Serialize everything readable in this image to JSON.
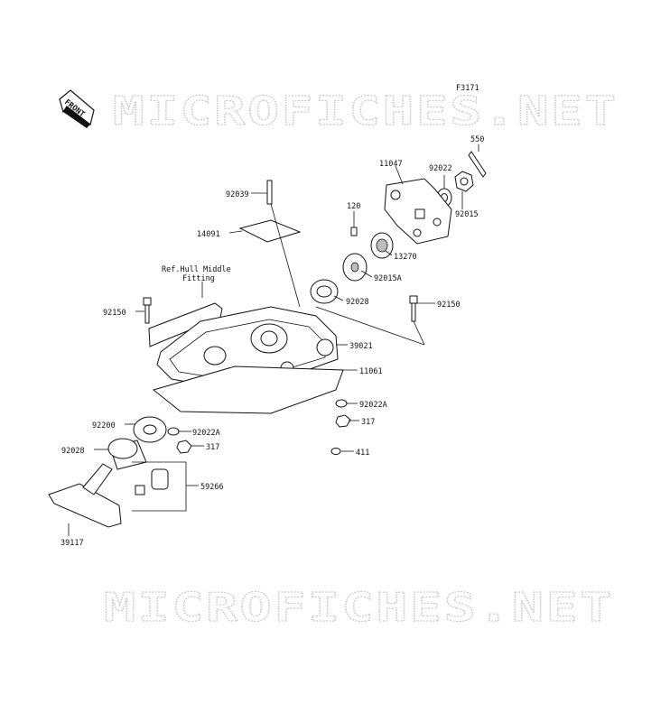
{
  "figure_code": "F3171",
  "watermark": "MICROFICHES.NET",
  "front_arrow": "FRONT",
  "reference_note": {
    "line1": "Ref.Hull Middle",
    "line2": "Fitting"
  },
  "part_labels": {
    "p550": "550",
    "p11047": "11047",
    "p92022_top": "92022",
    "p92015": "92015",
    "p92039": "92039",
    "p120": "120",
    "p14091": "14091",
    "p13270": "13270",
    "p92015A": "92015A",
    "p92028_top": "92028",
    "p92150_left": "92150",
    "p92150_right": "92150",
    "p39021": "39021",
    "p11061": "11061",
    "p92022A_right": "92022A",
    "p317_right": "317",
    "p92200": "92200",
    "p92022A_left": "92022A",
    "p92028_bottom": "92028",
    "p317_left": "317",
    "p411": "411",
    "p59266": "59266",
    "p39117": "39117"
  }
}
